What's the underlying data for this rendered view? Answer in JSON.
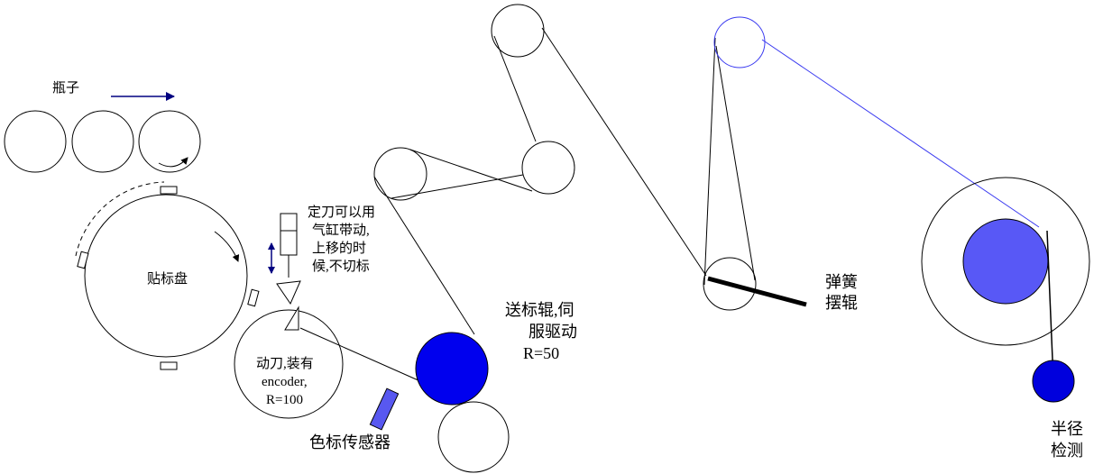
{
  "labels": {
    "bottle": "瓶子",
    "label_plate": "贴标盘",
    "fixed_knife": [
      "定刀可以用",
      "气缸带动,",
      "上移的时",
      "候,不切标"
    ],
    "moving_knife": [
      "动刀,装有",
      "encoder,",
      "R=100"
    ],
    "color_sensor": "色标传感器",
    "feed_roller": [
      "送标辊,伺",
      "服驱动",
      "R=50"
    ],
    "spring_roller": [
      "弹簧",
      "摆辊"
    ],
    "radius_detect": [
      "半径",
      "检测"
    ]
  },
  "colors": {
    "line": "#000000",
    "arrow_blue": "#000080",
    "feed_roller": "#0000ee",
    "sensor": "#5858f0",
    "reel_core": "#5858f6",
    "blue_belt": "#3a3af0",
    "detector": "#0000dd"
  }
}
